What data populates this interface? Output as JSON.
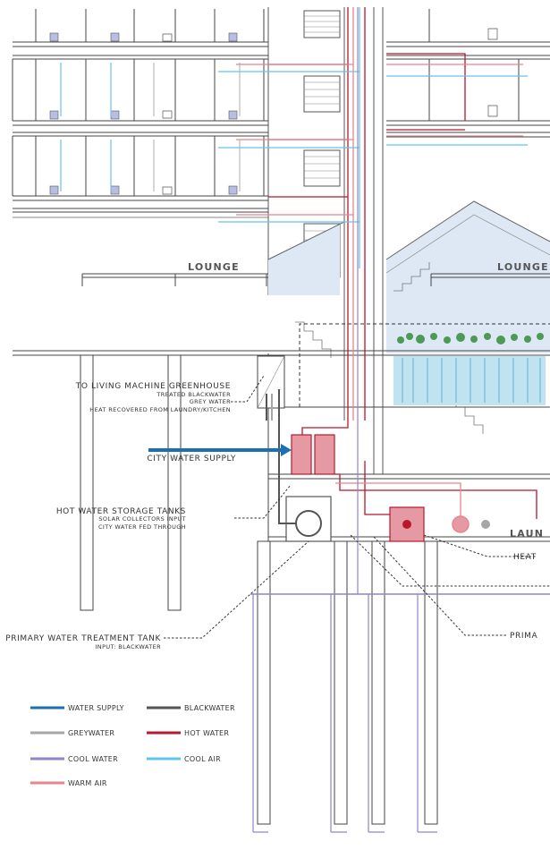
{
  "rooms": {
    "lounge_left": "LOUNGE",
    "lounge_right": "LOUNGE",
    "laundry_cut": "LAUN"
  },
  "callouts": {
    "greenhouse": {
      "title": "TO LIVING MACHINE GREENHOUSE",
      "lines": [
        "TREATED BLACKWATER",
        "GREY WATER",
        "HEAT RECOVERED FROM LAUNDRY/KITCHEN"
      ]
    },
    "city_water": {
      "title": "CITY WATER SUPPLY"
    },
    "hot_tanks": {
      "title": "HOT WATER STORAGE TANKS",
      "lines": [
        "SOLAR COLLECTORS INPUT",
        "CITY WATER FED THROUGH"
      ]
    },
    "primary_tank": {
      "title": "PRIMARY WATER TREATMENT TANK",
      "lines": [
        "INPUT: BLACKWATER"
      ]
    },
    "heat_cut": "HEAT",
    "prima_cut": "PRIMA"
  },
  "legend": {
    "items": [
      {
        "label": "WATER SUPPLY",
        "color": "#1a6fb5"
      },
      {
        "label": "BLACKWATER",
        "color": "#555555"
      },
      {
        "label": "GREYWATER",
        "color": "#a6a6a6"
      },
      {
        "label": "HOT WATER",
        "color": "#b8172e"
      },
      {
        "label": "COOL WATER",
        "color": "#8e86c7"
      },
      {
        "label": "COOL AIR",
        "color": "#63c3ea"
      },
      {
        "label": "WARM AIR",
        "color": "#e8848d"
      }
    ]
  },
  "colors": {
    "tank_fill": "#e59aa3",
    "greenhouse_fill": "#dde8f4",
    "plant_green": "#4c9a55"
  }
}
